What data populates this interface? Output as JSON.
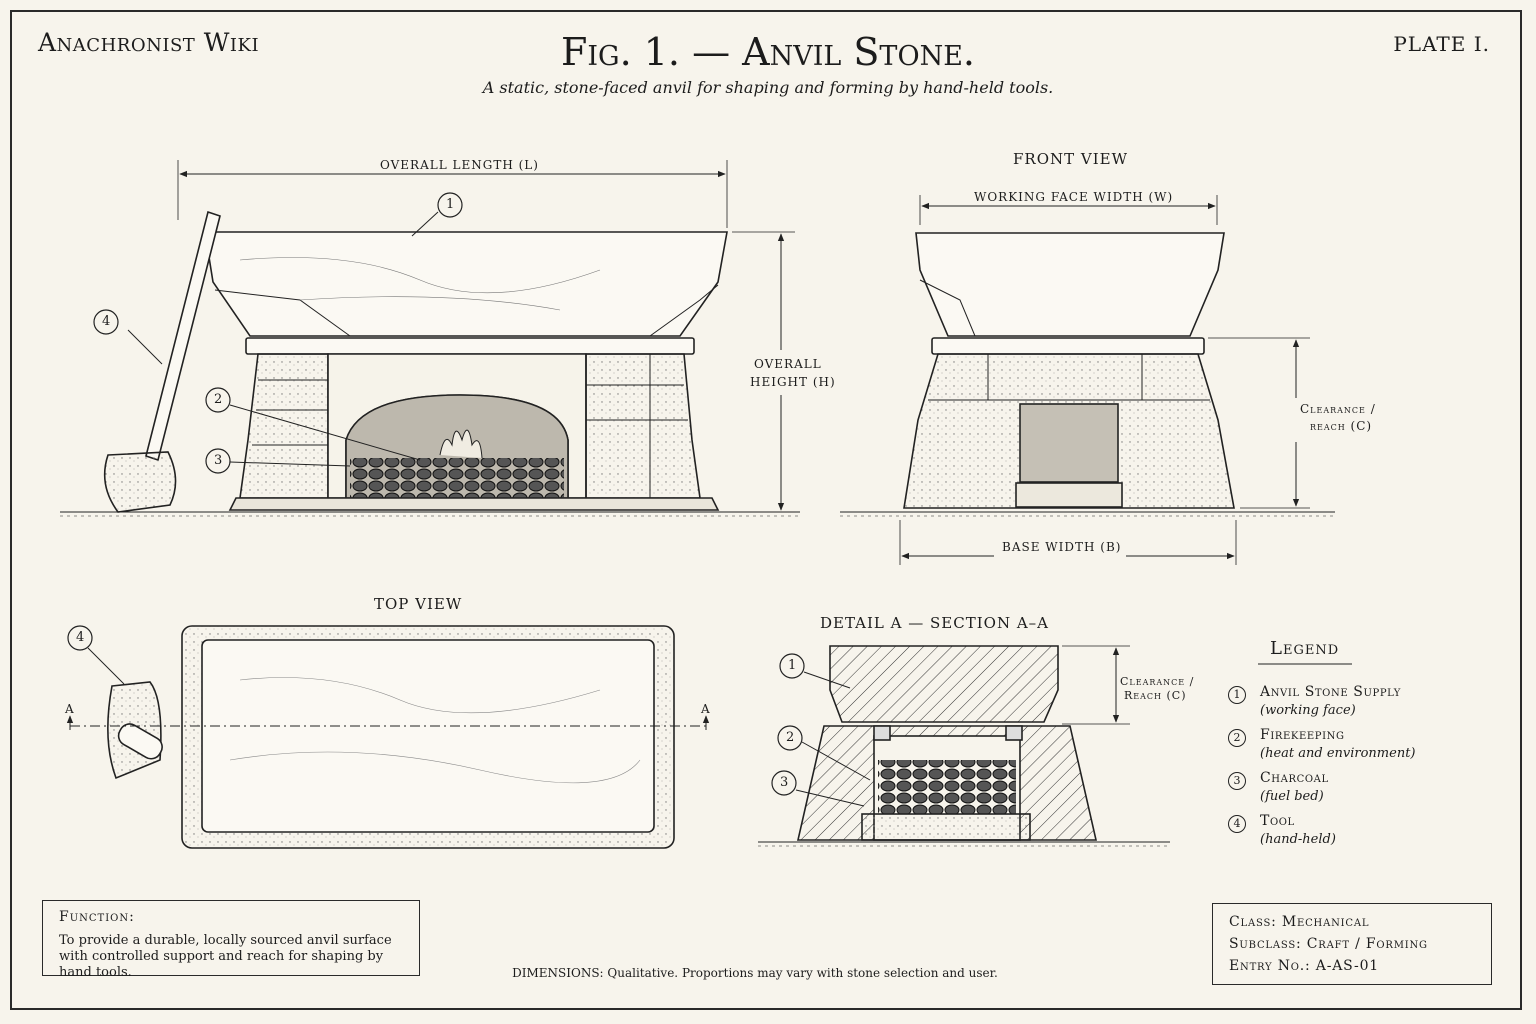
{
  "header": {
    "brand": "Anachronist Wiki",
    "plate": "PLATE I.",
    "title": "Fig. 1. — Anvil Stone.",
    "subtitle": "A static, stone-faced anvil for shaping and forming by hand-held tools."
  },
  "views": {
    "front": "FRONT VIEW",
    "top": "TOP VIEW",
    "detail": "DETAIL A — SECTION A–A"
  },
  "dimensions": {
    "overall_length": "OVERALL LENGTH (L)",
    "overall_height_1": "OVERALL",
    "overall_height_2": "HEIGHT (H)",
    "working_face_width": "WORKING FACE WIDTH (W)",
    "clearance_1": "Clearance /",
    "clearance_2": "reach (C)",
    "base_width": "BASE WIDTH (B)",
    "detail_clearance_1": "Clearance /",
    "detail_clearance_2": "Reach (C)",
    "section_mark": "A"
  },
  "callouts": [
    "1",
    "2",
    "3",
    "4"
  ],
  "legend": {
    "title": "Legend",
    "items": [
      {
        "num": "1",
        "name": "Anvil Stone Supply",
        "note": "(working face)"
      },
      {
        "num": "2",
        "name": "Firekeeping",
        "note": "(heat and environment)"
      },
      {
        "num": "3",
        "name": "Charcoal",
        "note": "(fuel bed)"
      },
      {
        "num": "4",
        "name": "Tool",
        "note": "(hand-held)"
      }
    ]
  },
  "function_box": {
    "heading": "Function:",
    "body": "To provide a durable, locally sourced anvil surface with controlled support and reach for shaping by hand tools."
  },
  "classification": {
    "class": "Class: Mechanical",
    "subclass": "Subclass: Craft / Forming",
    "entry": "Entry No.: A-AS-01"
  },
  "dimensions_note": "DIMENSIONS: Qualitative. Proportions may vary with stone selection and user."
}
